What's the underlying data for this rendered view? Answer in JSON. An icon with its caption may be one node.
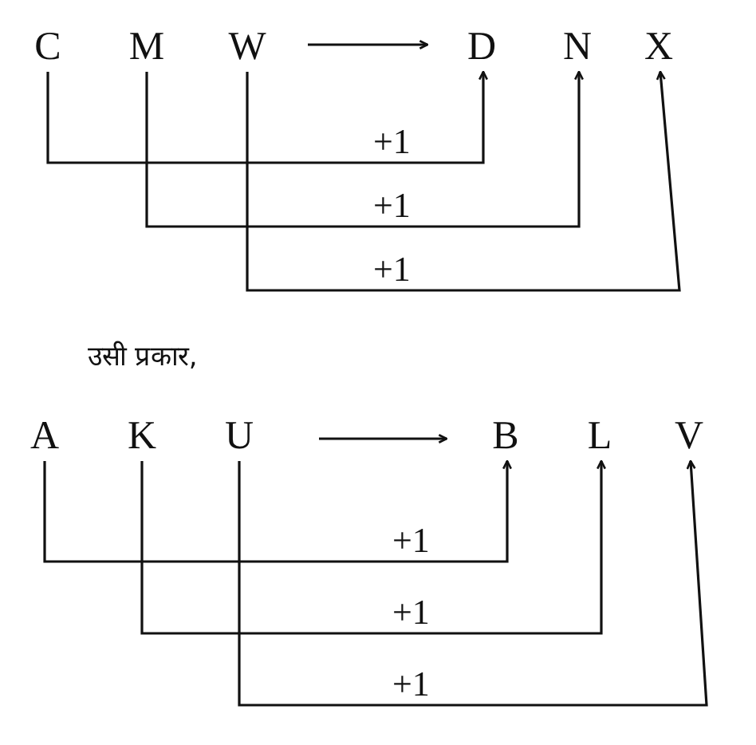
{
  "diagram": {
    "nodes": [
      {
        "text": [
          "C"
        ]
      },
      {
        "text": [
          "M"
        ]
      },
      {
        "text": [
          "W"
        ]
      },
      {
        "text": [
          "D"
        ]
      },
      {
        "text": [
          "N"
        ]
      },
      {
        "text": [
          "X"
        ]
      },
      {
        "text": [
          "A"
        ]
      },
      {
        "text": [
          "K"
        ]
      },
      {
        "text": [
          "U"
        ]
      },
      {
        "text": [
          "B"
        ]
      },
      {
        "text": [
          "L"
        ]
      },
      {
        "text": [
          "V"
        ]
      }
    ],
    "edges": [
      {
        "from": 2,
        "to": 3,
        "arrow": "to"
      },
      {
        "from": 0,
        "to": 3,
        "arrow": "to",
        "label": "+1"
      },
      {
        "from": 1,
        "to": 4,
        "arrow": "to",
        "label": "+1"
      },
      {
        "from": 2,
        "to": 5,
        "arrow": "to",
        "label": "+1"
      },
      {
        "from": 8,
        "to": 9,
        "arrow": "to"
      },
      {
        "from": 6,
        "to": 9,
        "arrow": "to",
        "label": "+1"
      },
      {
        "from": 7,
        "to": 10,
        "arrow": "to",
        "label": "+1"
      },
      {
        "from": 8,
        "to": 11,
        "arrow": "to",
        "label": "+1"
      }
    ],
    "labels": [
      "उसी प्रकार,"
    ]
  }
}
